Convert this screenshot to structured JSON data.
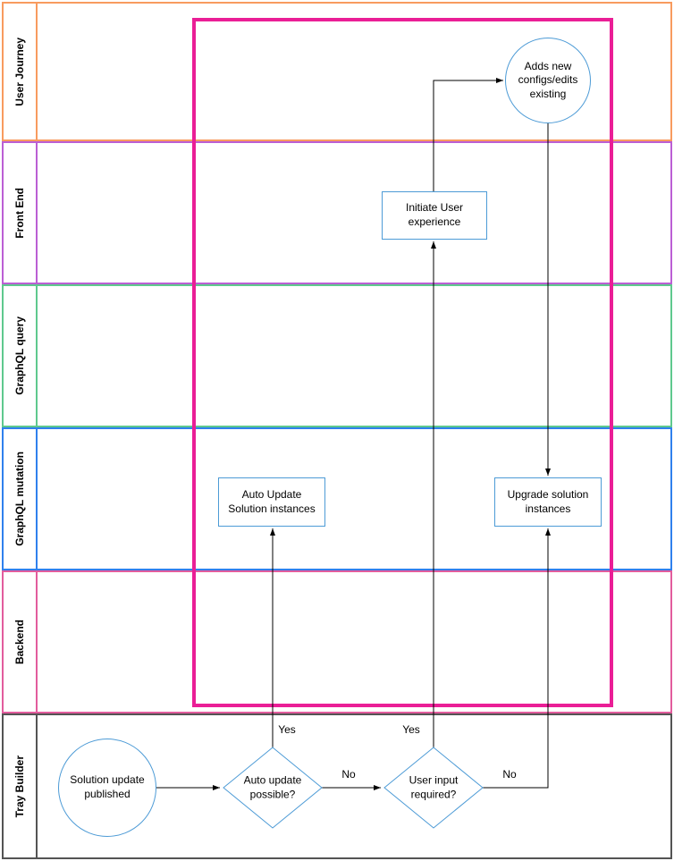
{
  "diagram": {
    "lanes": [
      {
        "label": "User Journey",
        "color": "#F89B5F"
      },
      {
        "label": "Front End",
        "color": "#BB5FD4"
      },
      {
        "label": "GraphQL query",
        "color": "#5FC98E"
      },
      {
        "label": "GraphQL mutation",
        "color": "#2F80ED"
      },
      {
        "label": "Backend",
        "color": "#E25C9D"
      },
      {
        "label": "Tray Builder",
        "color": "#545454"
      }
    ],
    "highlight_color": "#EA1E96",
    "node_stroke_color": "#4D9BD6",
    "nodes": {
      "adds_new_configs": "Adds new configs/edits existing",
      "initiate_user_experience": "Initiate User experience",
      "auto_update_solution": "Auto Update Solution instances",
      "upgrade_solution": "Upgrade solution instances",
      "solution_update_published": "Solution update published",
      "auto_update_possible": "Auto update possible?",
      "user_input_required": "User input required?"
    },
    "edge_labels": {
      "auto_update_yes": "Yes",
      "auto_update_no": "No",
      "user_input_yes": "Yes",
      "user_input_no": "No"
    }
  }
}
